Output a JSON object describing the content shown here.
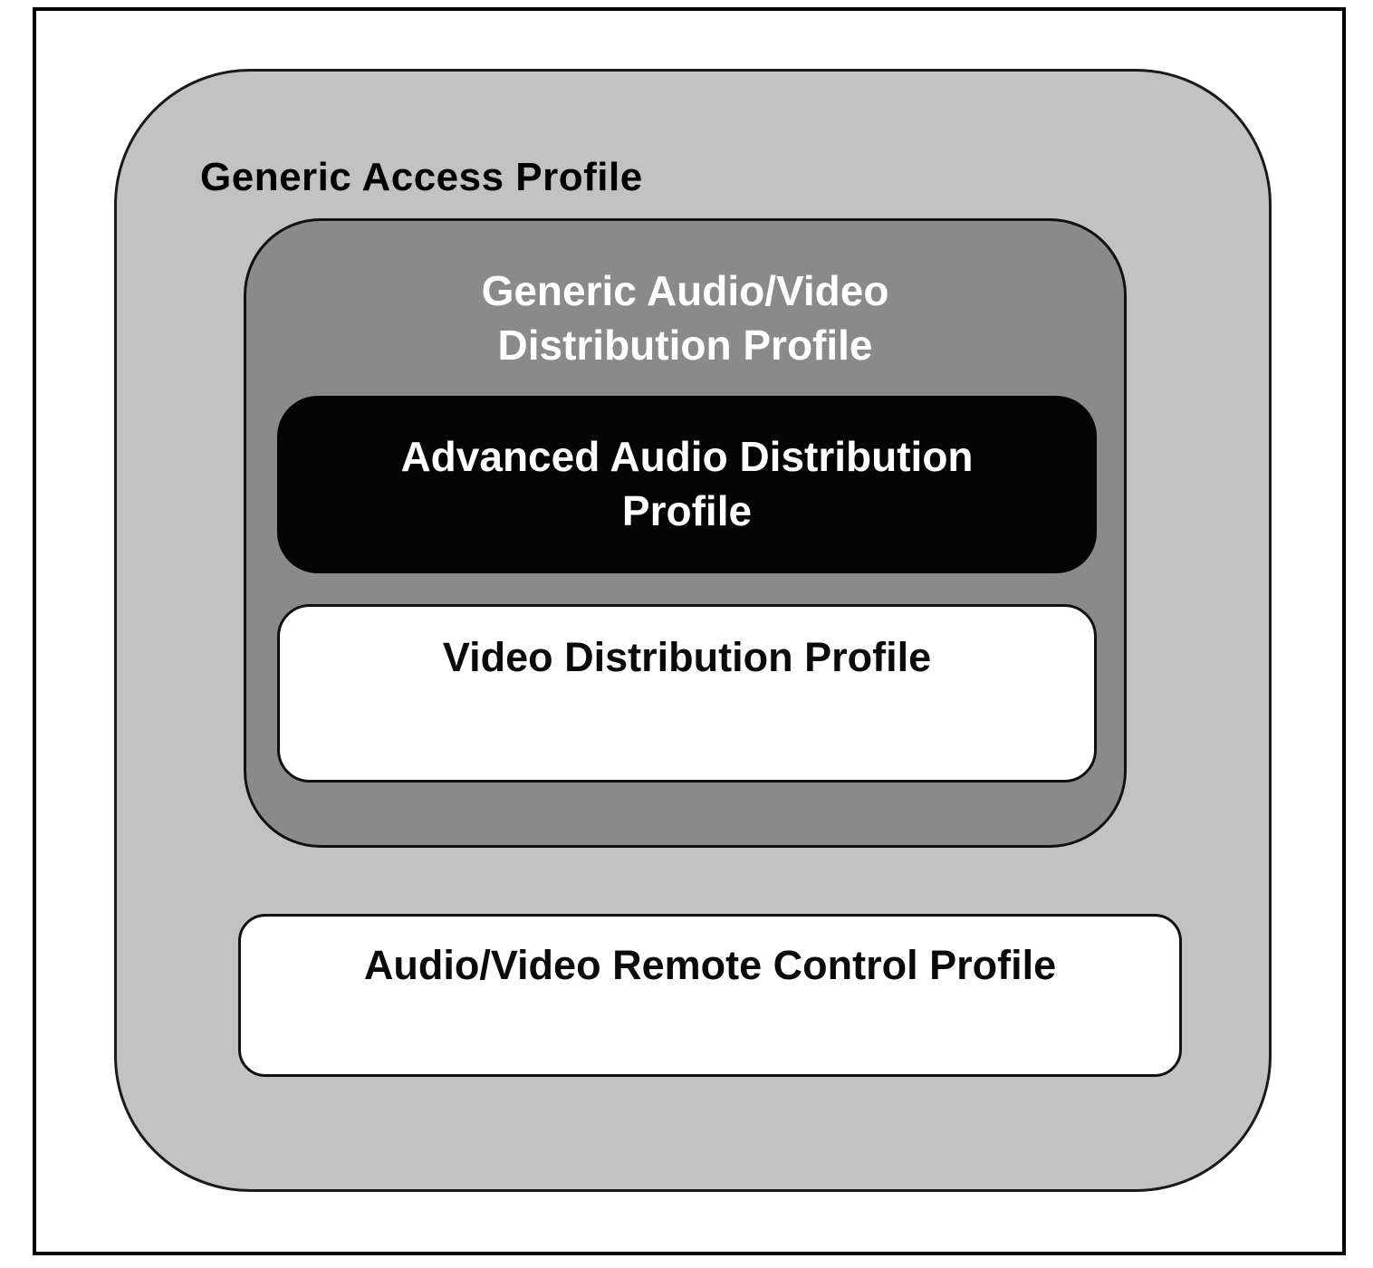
{
  "diagram": {
    "type": "nested-containment-diagram",
    "topic": "Bluetooth audio/video profile dependencies",
    "boxes": {
      "generic_access": {
        "label": "Generic Access Profile"
      },
      "gavdp": {
        "label_lines": [
          "Generic Audio/Video",
          "Distribution Profile"
        ]
      },
      "a2dp": {
        "label_lines": [
          "Advanced Audio Distribution",
          "Profile"
        ]
      },
      "vdp": {
        "label": "Video Distribution Profile"
      },
      "avrcp": {
        "label": "Audio/Video Remote Control Profile"
      }
    },
    "containment": [
      "Generic Access Profile contains Generic Audio/Video Distribution Profile and Audio/Video Remote Control Profile",
      "Generic Audio/Video Distribution Profile contains Advanced Audio Distribution Profile and Video Distribution Profile"
    ]
  },
  "colors": {
    "gap-bg": "#c2c2c2",
    "gavdp-bg": "#8a8a8a",
    "a2dp-bg": "#040404",
    "white-bg": "#ffffff"
  }
}
